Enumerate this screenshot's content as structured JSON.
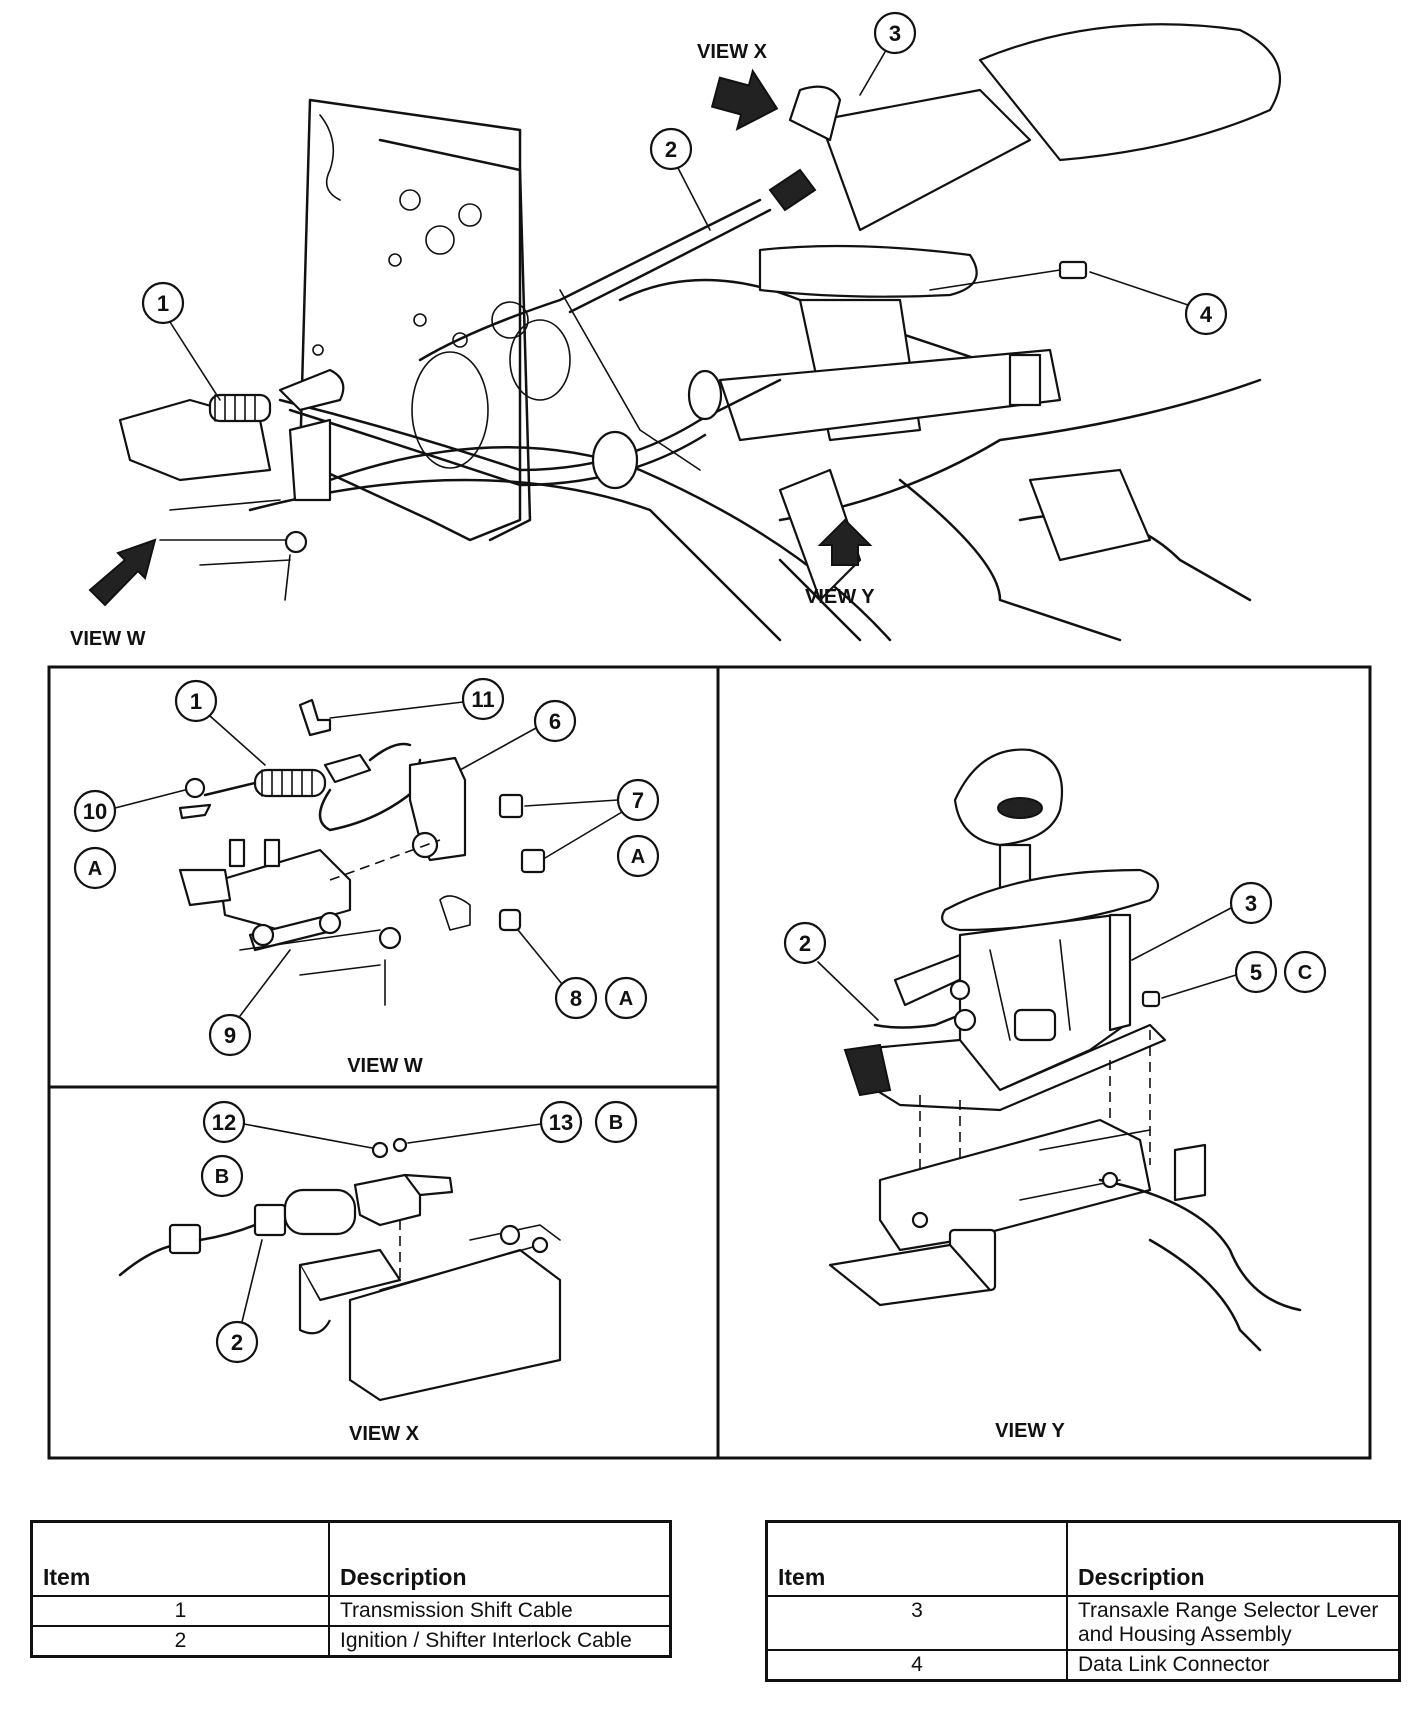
{
  "views": {
    "w": "VIEW W",
    "x": "VIEW X",
    "y": "VIEW Y"
  },
  "callouts": {
    "main": [
      "1",
      "2",
      "3",
      "4"
    ],
    "view_w": [
      "1",
      "11",
      "6",
      "10",
      "7",
      "A",
      "A",
      "8",
      "A",
      "9"
    ],
    "view_x": [
      "12",
      "13",
      "B",
      "B",
      "2"
    ],
    "view_y": [
      "3",
      "2",
      "5",
      "C"
    ]
  },
  "tables": [
    {
      "headers": [
        "Item",
        "Description"
      ],
      "rows": [
        {
          "item": "1",
          "description": "Transmission Shift Cable"
        },
        {
          "item": "2",
          "description": "Ignition / Shifter Interlock Cable"
        }
      ]
    },
    {
      "headers": [
        "Item",
        "Description"
      ],
      "rows": [
        {
          "item": "3",
          "description": "Transaxle Range Selector Lever and Housing Assembly"
        },
        {
          "item": "4",
          "description": "Data Link Connector"
        }
      ]
    }
  ]
}
